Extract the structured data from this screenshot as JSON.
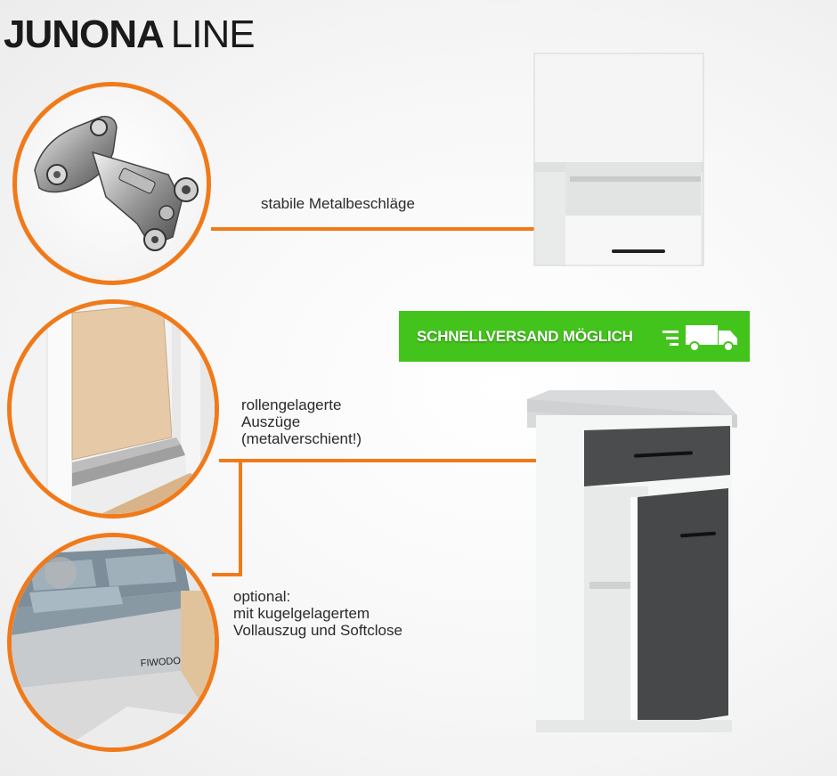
{
  "brand": {
    "bold": "JUNONA",
    "light": "LINE"
  },
  "badge": {
    "text": "SCHNELLVERSAND MÖGLICH",
    "color": "#43c41c",
    "icon": "truck-icon"
  },
  "features": [
    {
      "label_lines": [
        "stabile Metalbeschläge"
      ],
      "icon": "hinge-photo"
    },
    {
      "label_lines": [
        "rollengelagerte",
        "Auszüge",
        "(metalverschient!)"
      ],
      "icon": "drawer-rail-photo"
    },
    {
      "label_lines": [
        "optional:",
        "mit kugelgelagertem",
        "Vollauszug und Softclose"
      ],
      "icon": "cutlery-drawer-photo",
      "drawer_brand": "FIWODO"
    }
  ],
  "accent_color": "#f07a1a"
}
